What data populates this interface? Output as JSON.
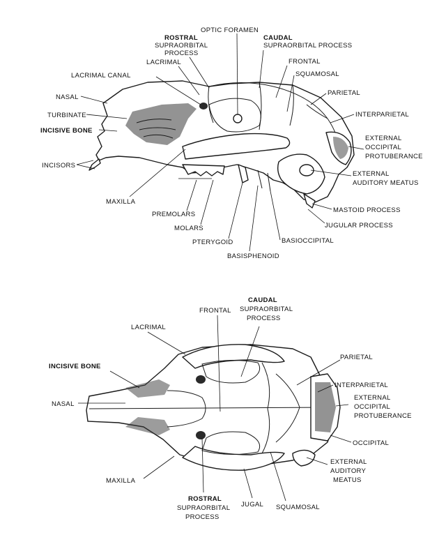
{
  "lateral_view": {
    "labels": {
      "optic_foramen": "OPTIC FORAMEN",
      "rostral": "ROSTRAL",
      "rostral_supraorbital": "SUPRAORBITAL",
      "rostral_process": "PROCESS",
      "caudal": "CAUDAL",
      "caudal_supraorbital_process": "SUPRAORBITAL PROCESS",
      "lacrimal": "LACRIMAL",
      "frontal": "FRONTAL",
      "lacrimal_canal": "LACRIMAL CANAL",
      "squamosal": "SQUAMOSAL",
      "nasal": "NASAL",
      "parietal": "PARIETAL",
      "turbinate": "TURBINATE",
      "interparietal": "INTERPARIETAL",
      "incisive_bone": "INCISIVE BONE",
      "external": "EXTERNAL",
      "occipital": "OCCIPITAL",
      "protuberance": "PROTUBERANCE",
      "incisors": "INCISORS",
      "external_auditory_1": "EXTERNAL",
      "external_auditory_2": "AUDITORY MEATUS",
      "maxilla": "MAXILLA",
      "premolars": "PREMOLARS",
      "mastoid_process": "MASTOID PROCESS",
      "jugular_process": "JUGULAR PROCESS",
      "molars": "MOLARS",
      "pterygoid": "PTERYGOID",
      "basioccipital": "BASIOCCIPITAL",
      "basisphenoid": "BASISPHENOID"
    }
  },
  "dorsal_view": {
    "labels": {
      "caudal": "CAUDAL",
      "caudal_supraorbital": "SUPRAORBITAL",
      "caudal_process": "PROCESS",
      "frontal": "FRONTAL",
      "lacrimal": "LACRIMAL",
      "parietal": "PARIETAL",
      "incisive_bone": "INCISIVE BONE",
      "interparietal": "INTERPARIETAL",
      "nasal": "NASAL",
      "external": "EXTERNAL",
      "occipital_1": "OCCIPITAL",
      "protuberance": "PROTUBERANCE",
      "occipital_2": "OCCIPITAL",
      "external_auditory_1": "EXTERNAL",
      "external_auditory_2": "AUDITORY",
      "external_auditory_3": "MEATUS",
      "maxilla": "MAXILLA",
      "rostral": "ROSTRAL",
      "rostral_supraorbital": "SUPRAORBITAL",
      "rostral_process": "PROCESS",
      "jugal": "JUGAL",
      "squamosal": "SQUAMOSAL"
    }
  }
}
